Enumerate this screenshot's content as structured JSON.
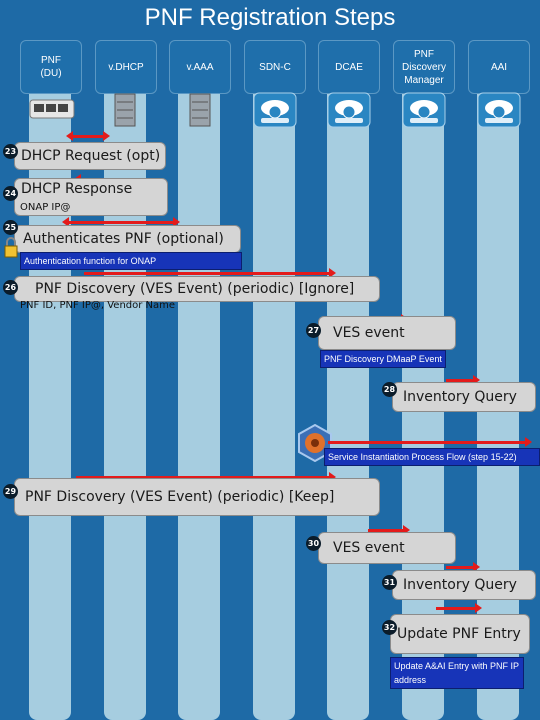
{
  "title": "PNF Registration Steps",
  "lanes": [
    {
      "label": "PNF\n(DU)"
    },
    {
      "label": "v.DHCP"
    },
    {
      "label": "v.AAA"
    },
    {
      "label": "SDN-C"
    },
    {
      "label": "DCAE"
    },
    {
      "label": "PNF Discovery Manager"
    },
    {
      "label": "AAI"
    }
  ],
  "steps": {
    "s23": {
      "num": "23",
      "text": "DHCP Request (opt)"
    },
    "s24": {
      "num": "24",
      "text": "DHCP Response",
      "sub": "ONAP IP@"
    },
    "s25": {
      "num": "25",
      "text": "Authenticates PNF (optional)",
      "note": "Authentication function for ONAP"
    },
    "s26": {
      "num": "26",
      "text": "PNF Discovery (VES Event) (periodic) [Ignore]",
      "sub": "PNF ID, PNF IP@, Vendor Name"
    },
    "s27": {
      "num": "27",
      "text": "VES event",
      "note": "PNF Discovery DMaaP Event"
    },
    "s28": {
      "num": "28",
      "text": "Inventory Query"
    },
    "s29": {
      "text": "Service Instantiation Process Flow (step 15-22)"
    },
    "s29b": {
      "num": "29",
      "text": "PNF Discovery (VES Event) (periodic) [Keep]"
    },
    "s30": {
      "num": "30",
      "text": "VES event"
    },
    "s31": {
      "num": "31",
      "text": "Inventory Query"
    },
    "s32": {
      "num": "32",
      "text": "Update PNF Entry",
      "note": "Update A&AI Entry with PNF IP address"
    }
  },
  "colors": {
    "background": "#1e6aa6",
    "arrow": "#e31b1b",
    "note": "#1734b8",
    "lane": "#a6cde0"
  }
}
